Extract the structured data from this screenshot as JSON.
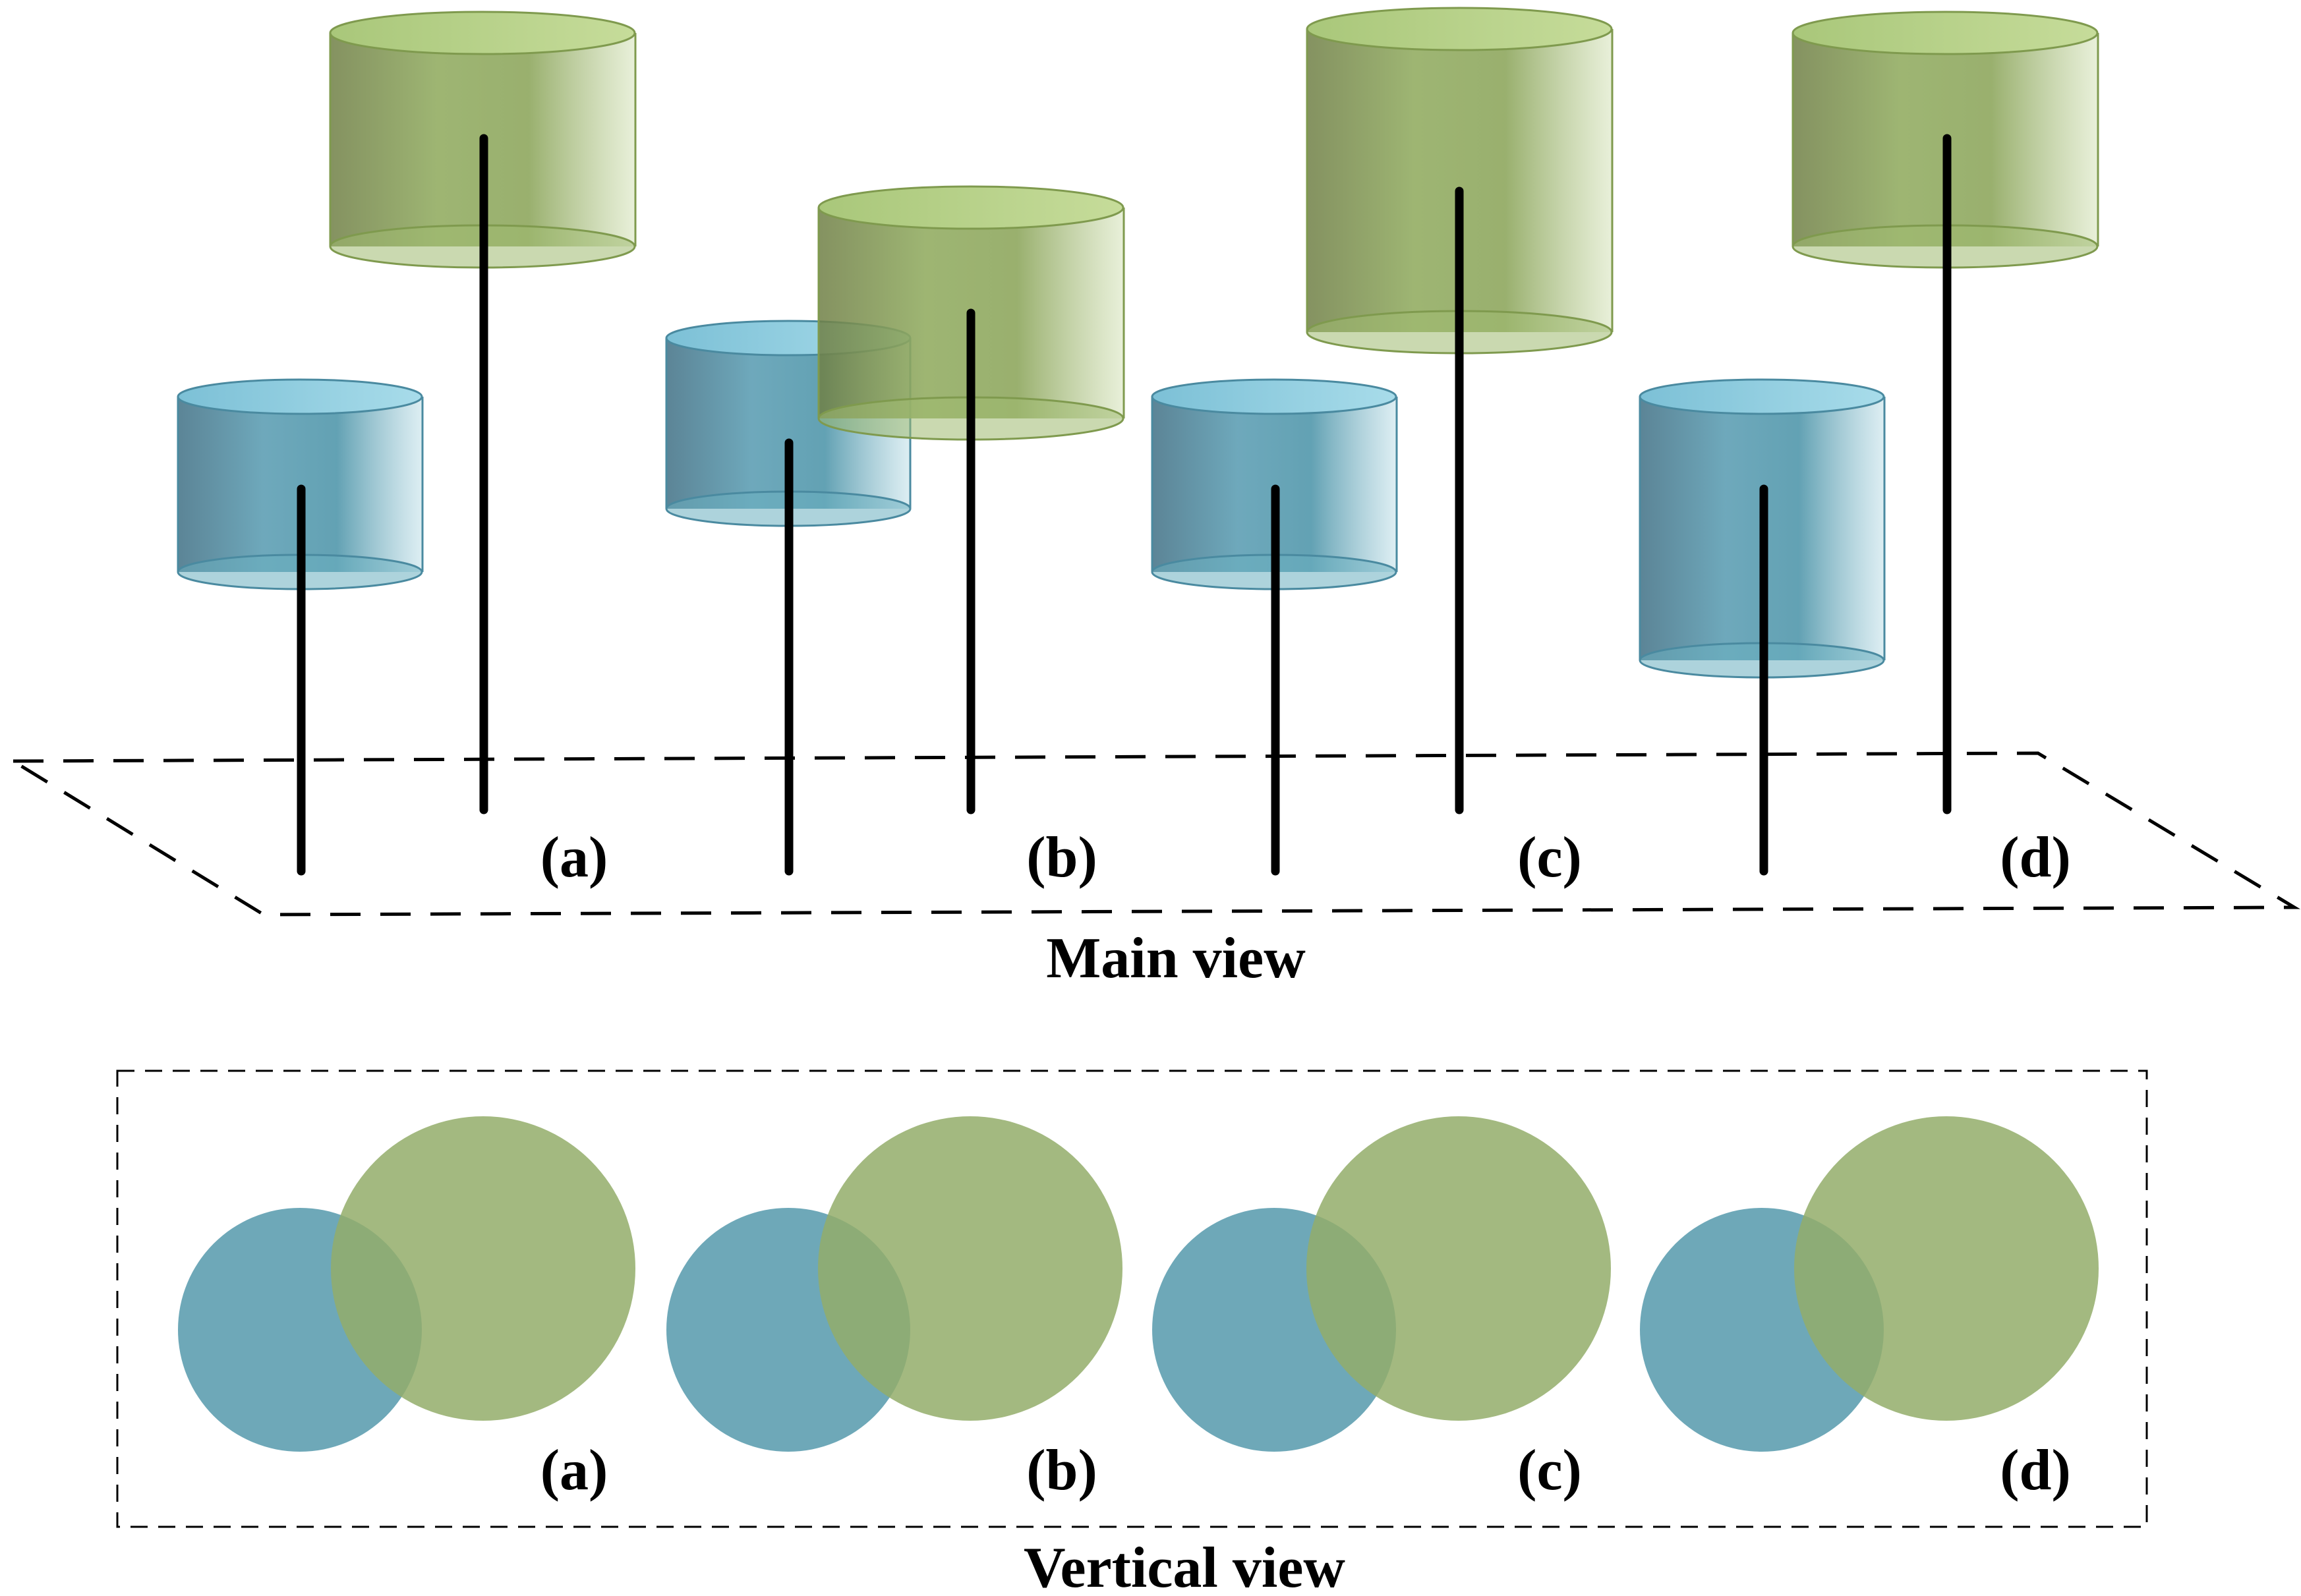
{
  "views": {
    "main_title": "Main view",
    "vertical_title": "Vertical view"
  },
  "panels": [
    {
      "label": "(a)"
    },
    {
      "label": "(b)"
    },
    {
      "label": "(c)"
    },
    {
      "label": "(d)"
    }
  ],
  "colors": {
    "small_cylinder": "#5e9fb4",
    "large_cylinder": "#93ad63",
    "small_top_view": "#6ea8b4",
    "large_top_view": "#a2b580",
    "outline": "#000000"
  },
  "shapes": {
    "small": "cylinder",
    "large": "cylinder"
  }
}
